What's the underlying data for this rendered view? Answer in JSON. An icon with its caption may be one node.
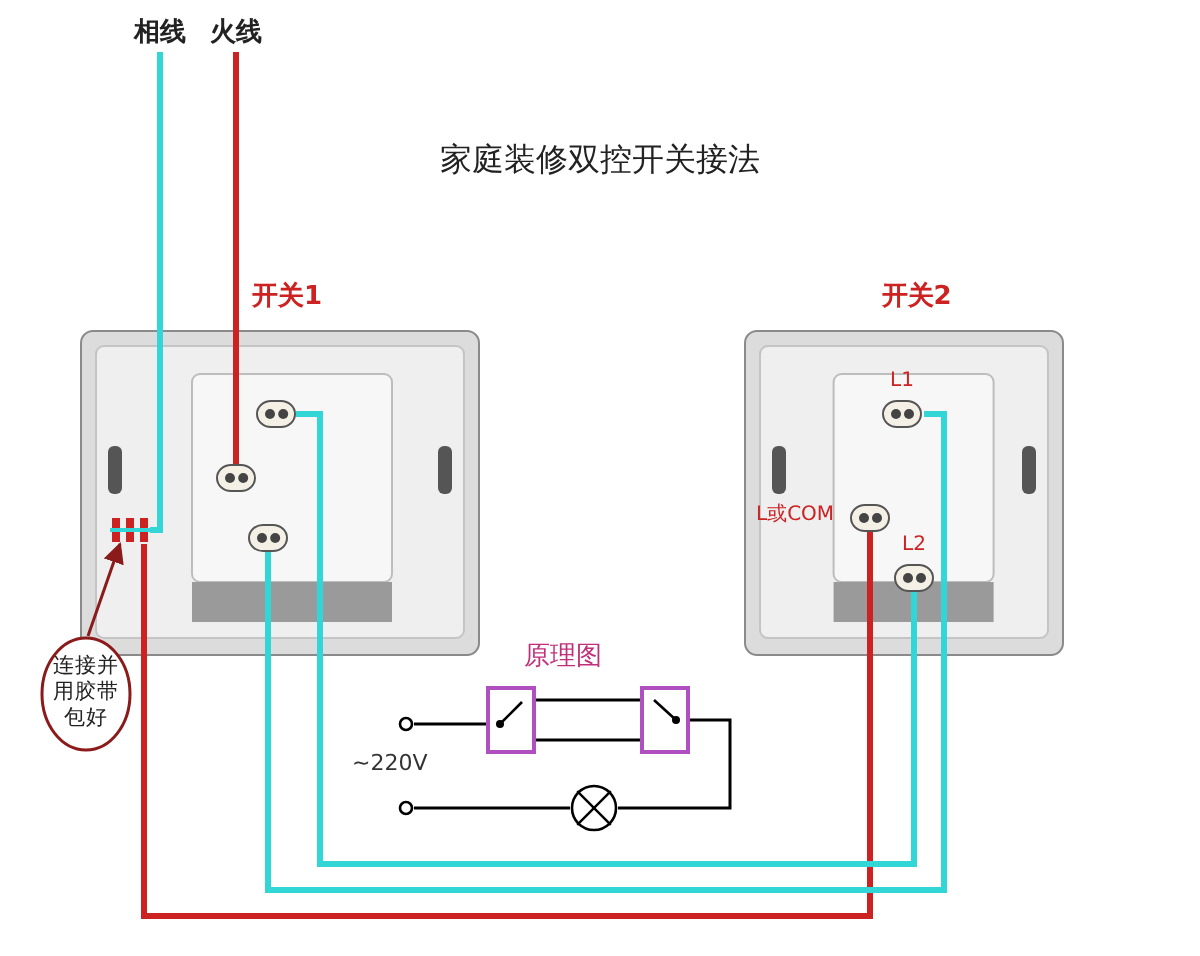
{
  "diagram": {
    "title": "家庭装修双控开关接法",
    "nodes": [
      {
        "text": [
          "相线"
        ]
      },
      {
        "text": [
          "火线"
        ]
      },
      {
        "text": [
          "开关1"
        ]
      },
      {
        "text": [],
        "shape": "box",
        "in": 2
      },
      {
        "text": [],
        "shape": "box",
        "in": 2
      },
      {
        "text": [],
        "shape": "box",
        "in": 2
      },
      {
        "text": [],
        "shape": "box",
        "in": 2
      },
      {
        "text": [
          "开关2"
        ]
      },
      {
        "text": [
          "L1"
        ],
        "in": 7
      },
      {
        "text": [
          "L或COM"
        ],
        "in": 7
      },
      {
        "text": [
          "L2"
        ],
        "in": 7
      },
      {
        "text": [
          "连接并用胶带包好"
        ]
      },
      {
        "text": [],
        "shape": "box"
      },
      {
        "text": [],
        "shape": "box"
      },
      {
        "text": [],
        "shape": "circle"
      },
      {
        "text": [],
        "shape": "circle"
      },
      {
        "text": [],
        "shape": "circle"
      }
    ],
    "edges": [
      {
        "from": 1,
        "to": 5,
        "arrow": "none",
        "style": "thick",
        "color": "#cc2222"
      },
      {
        "from": 0,
        "to": 3,
        "arrow": "none",
        "style": "thick",
        "color": "#33d6d6"
      },
      {
        "from": 3,
        "to": 9,
        "arrow": "none",
        "style": "thick",
        "color": "#cc2222"
      },
      {
        "from": 4,
        "to": 10,
        "arrow": "none",
        "style": "thick",
        "color": "#33d6d6"
      },
      {
        "from": 6,
        "to": 8,
        "arrow": "none",
        "style": "thick",
        "color": "#33d6d6"
      },
      {
        "from": 11,
        "to": 3,
        "arrow": "to",
        "color": "#8b1a1a"
      },
      {
        "from": 14,
        "to": 12,
        "arrow": "none"
      },
      {
        "from": 12,
        "to": 13,
        "arrow": "none"
      },
      {
        "from": 12,
        "to": 13,
        "arrow": "none"
      },
      {
        "from": 13,
        "to": 16,
        "arrow": "none"
      },
      {
        "from": 16,
        "to": 15,
        "arrow": "none"
      }
    ],
    "labels": [
      "原理图",
      "~220V"
    ]
  }
}
